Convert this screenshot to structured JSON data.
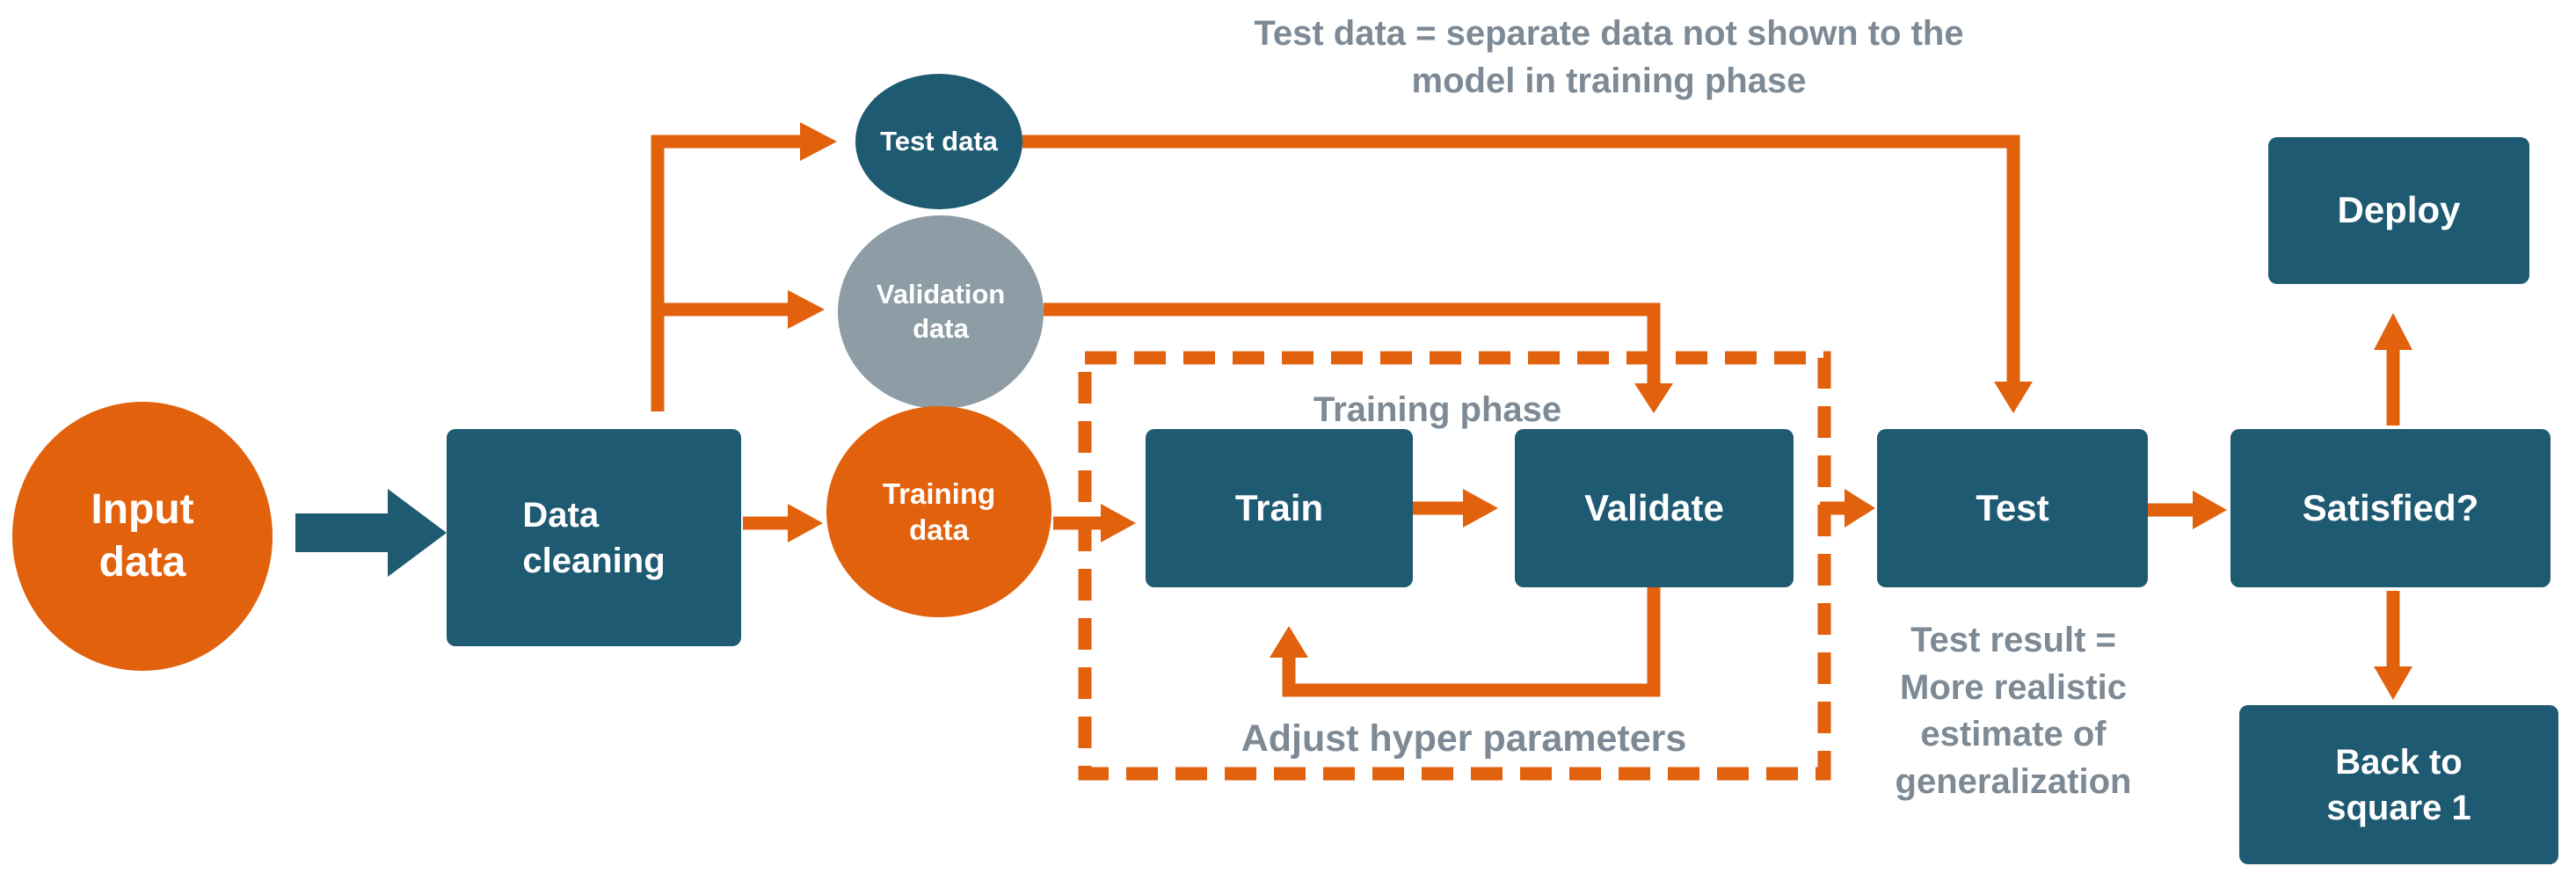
{
  "colors": {
    "orange": "#E2610C",
    "teal": "#1E5A71",
    "gray_circle": "#8E9CA6",
    "annotation_gray": "#7D8A95",
    "label_white": "#FFFFFF",
    "background": "#FFFFFF"
  },
  "nodes": {
    "input_data": {
      "label": "Input\ndata"
    },
    "data_cleaning": {
      "label": "Data\ncleaning"
    },
    "test_data": {
      "label": "Test data"
    },
    "validation_data": {
      "label": "Validation\ndata"
    },
    "training_data": {
      "label": "Training\ndata"
    },
    "train": {
      "label": "Train"
    },
    "validate": {
      "label": "Validate"
    },
    "test": {
      "label": "Test"
    },
    "satisfied": {
      "label": "Satisfied?"
    },
    "deploy": {
      "label": "Deploy"
    },
    "back_to_square1": {
      "label": "Back to\nsquare 1"
    }
  },
  "annotations": {
    "test_data_note": "Test data = separate data not shown to the\nmodel in training phase",
    "training_phase": "Training phase",
    "adjust_hyper": "Adjust hyper parameters",
    "test_result_note": "Test result =\nMore realistic\nestimate of\ngeneralization"
  }
}
